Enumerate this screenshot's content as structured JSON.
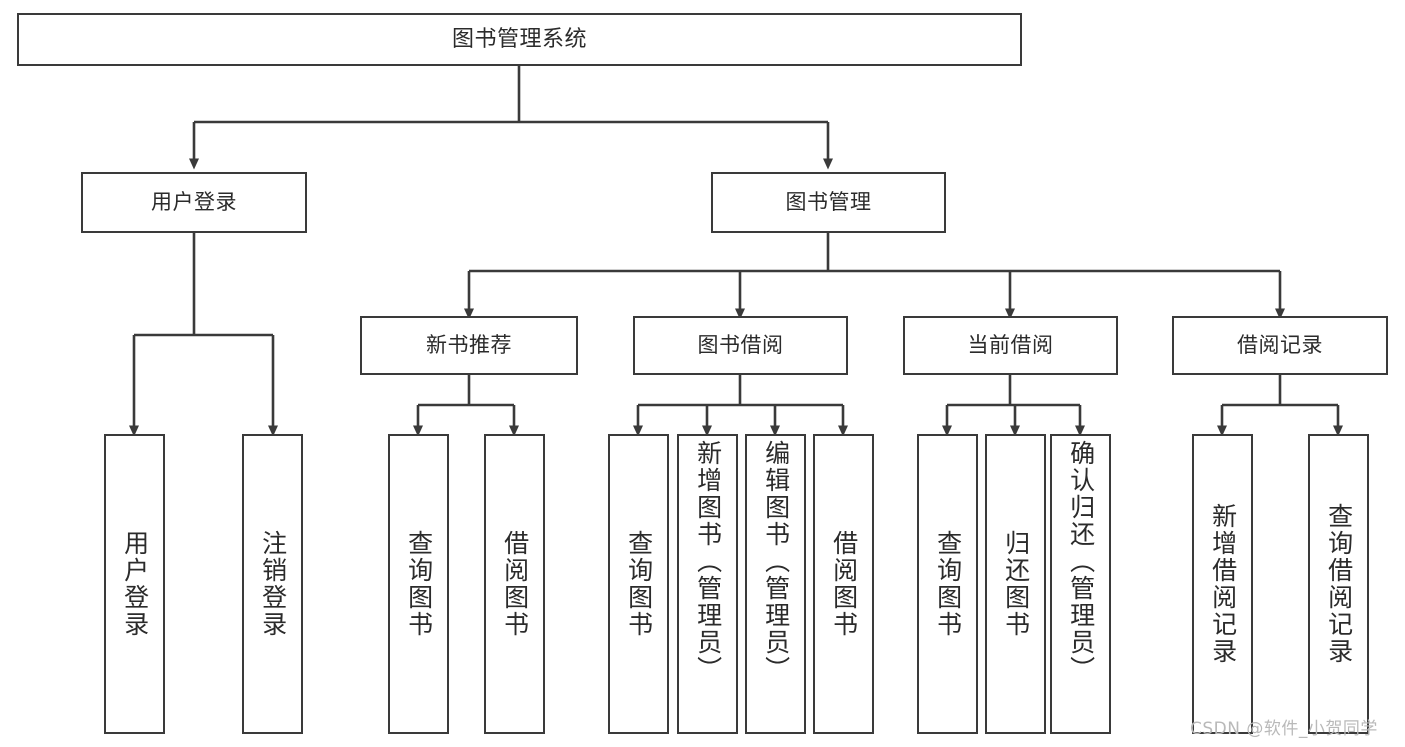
{
  "diagram": {
    "type": "tree",
    "title": "图书管理系统",
    "orientation": "top-down",
    "colors": {
      "box_border": "#3a3a3a",
      "box_fill": "#ffffff",
      "edge": "#3a3a3a",
      "text": "#2b2b2b",
      "watermark": "#b9b9b9"
    },
    "root": {
      "label": "图书管理系统"
    },
    "level2": [
      {
        "label": "用户登录"
      },
      {
        "label": "图书管理"
      }
    ],
    "level3": [
      {
        "label": "新书推荐"
      },
      {
        "label": "图书借阅"
      },
      {
        "label": "当前借阅"
      },
      {
        "label": "借阅记录"
      }
    ],
    "leaves": {
      "user_login": [
        {
          "label": "用户登录"
        },
        {
          "label": "注销登录"
        }
      ],
      "new_book_recommend": [
        {
          "label": "查询图书"
        },
        {
          "label": "借阅图书"
        }
      ],
      "book_borrow": [
        {
          "label": "查询图书"
        },
        {
          "label": "新增图书（管理员）"
        },
        {
          "label": "编辑图书（管理员）"
        },
        {
          "label": "借阅图书"
        }
      ],
      "current_borrow": [
        {
          "label": "查询图书"
        },
        {
          "label": "归还图书"
        },
        {
          "label": "确认归还（管理员）"
        }
      ],
      "borrow_record": [
        {
          "label": "新增借阅记录"
        },
        {
          "label": "查询借阅记录"
        }
      ]
    },
    "watermark": "CSDN @软件_小贺同学"
  }
}
